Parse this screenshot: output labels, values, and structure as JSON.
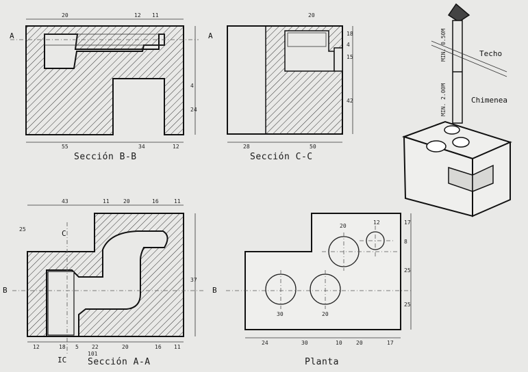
{
  "sections": {
    "bb": {
      "caption": "Sección B-B",
      "marker": "A"
    },
    "cc": {
      "caption": "Sección C-C"
    },
    "aa": {
      "caption": "Sección A-A",
      "marker_b": "B",
      "marker_c": "C",
      "marker_ic": "IC"
    },
    "planta": {
      "caption": "Planta"
    }
  },
  "iso": {
    "roof_label": "Techo",
    "chimney_label": "Chimenea",
    "min_height_1": "MIN. 0.50M",
    "min_height_2": "MIN. 2.00M"
  },
  "dims": {
    "bb_top": [
      "20",
      "12",
      "11"
    ],
    "bb_bottom": [
      "55",
      "34",
      "12"
    ],
    "bb_right": [
      "24",
      "4"
    ],
    "cc_top": "20",
    "cc_bottom": [
      "28",
      "50"
    ],
    "cc_right": [
      "18",
      "4",
      "15",
      "42"
    ],
    "aa_top": [
      "43",
      "11",
      "20",
      "16",
      "11"
    ],
    "aa_left": [
      "25"
    ],
    "aa_right": [
      "37"
    ],
    "aa_bottom": [
      "12",
      "18",
      "5",
      "22",
      "20",
      "16",
      "11"
    ],
    "aa_bottom2": "101",
    "planta_bottom": [
      "24",
      "30",
      "10",
      "20",
      "17"
    ],
    "planta_right": [
      "17",
      "8",
      "25",
      "25"
    ],
    "planta_holes": [
      "20",
      "12",
      "30",
      "20"
    ]
  },
  "colors": {
    "ink": "#1a1a1a",
    "paper": "#e9e9e7"
  }
}
